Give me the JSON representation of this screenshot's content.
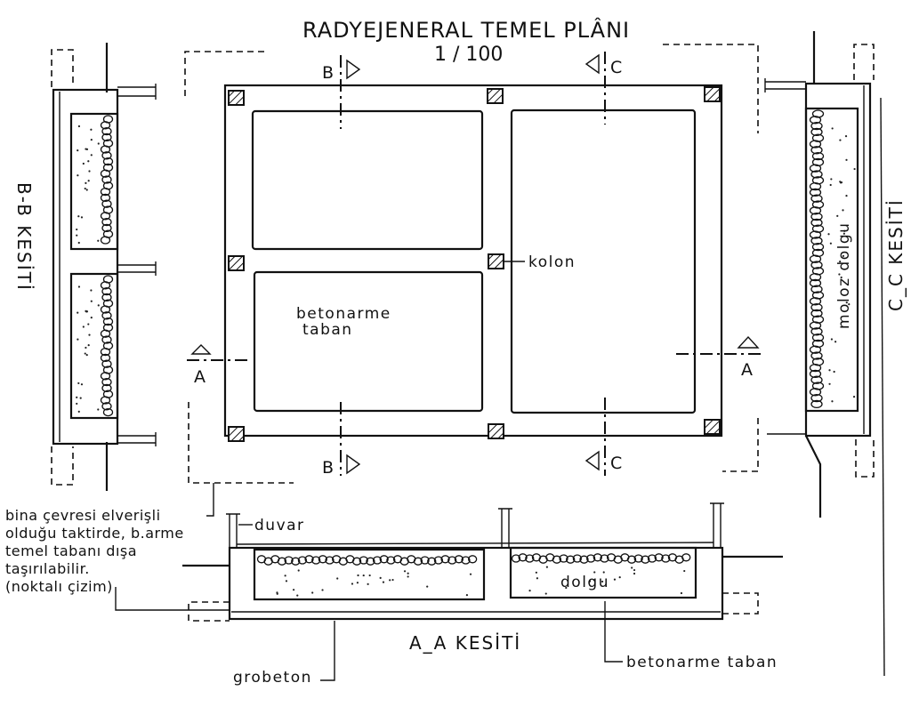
{
  "title": "RADYEJENERAL TEMEL PLÂNI",
  "scale": "1 / 100",
  "section_marks": {
    "a": "A",
    "b": "B",
    "c": "C"
  },
  "plan_labels": {
    "column": "kolon",
    "slab_line1": "betonarme",
    "slab_line2": "taban"
  },
  "sections": {
    "bb_title": "B-B KESİTİ",
    "cc_title": "C_C KESİTİ",
    "cc_fill": "moloz dolgu",
    "aa_title": "A_A KESİTİ",
    "aa_wall": "duvar",
    "aa_fill": "dolgu",
    "aa_lean": "grobeton",
    "aa_slab": "betonarme taban"
  },
  "note_lines": [
    "bina çevresi elverişli",
    "olduğu taktirde, b.arme",
    "temel tabanı dışa",
    "taşırılabilir.",
    "(noktalı çizim)"
  ]
}
